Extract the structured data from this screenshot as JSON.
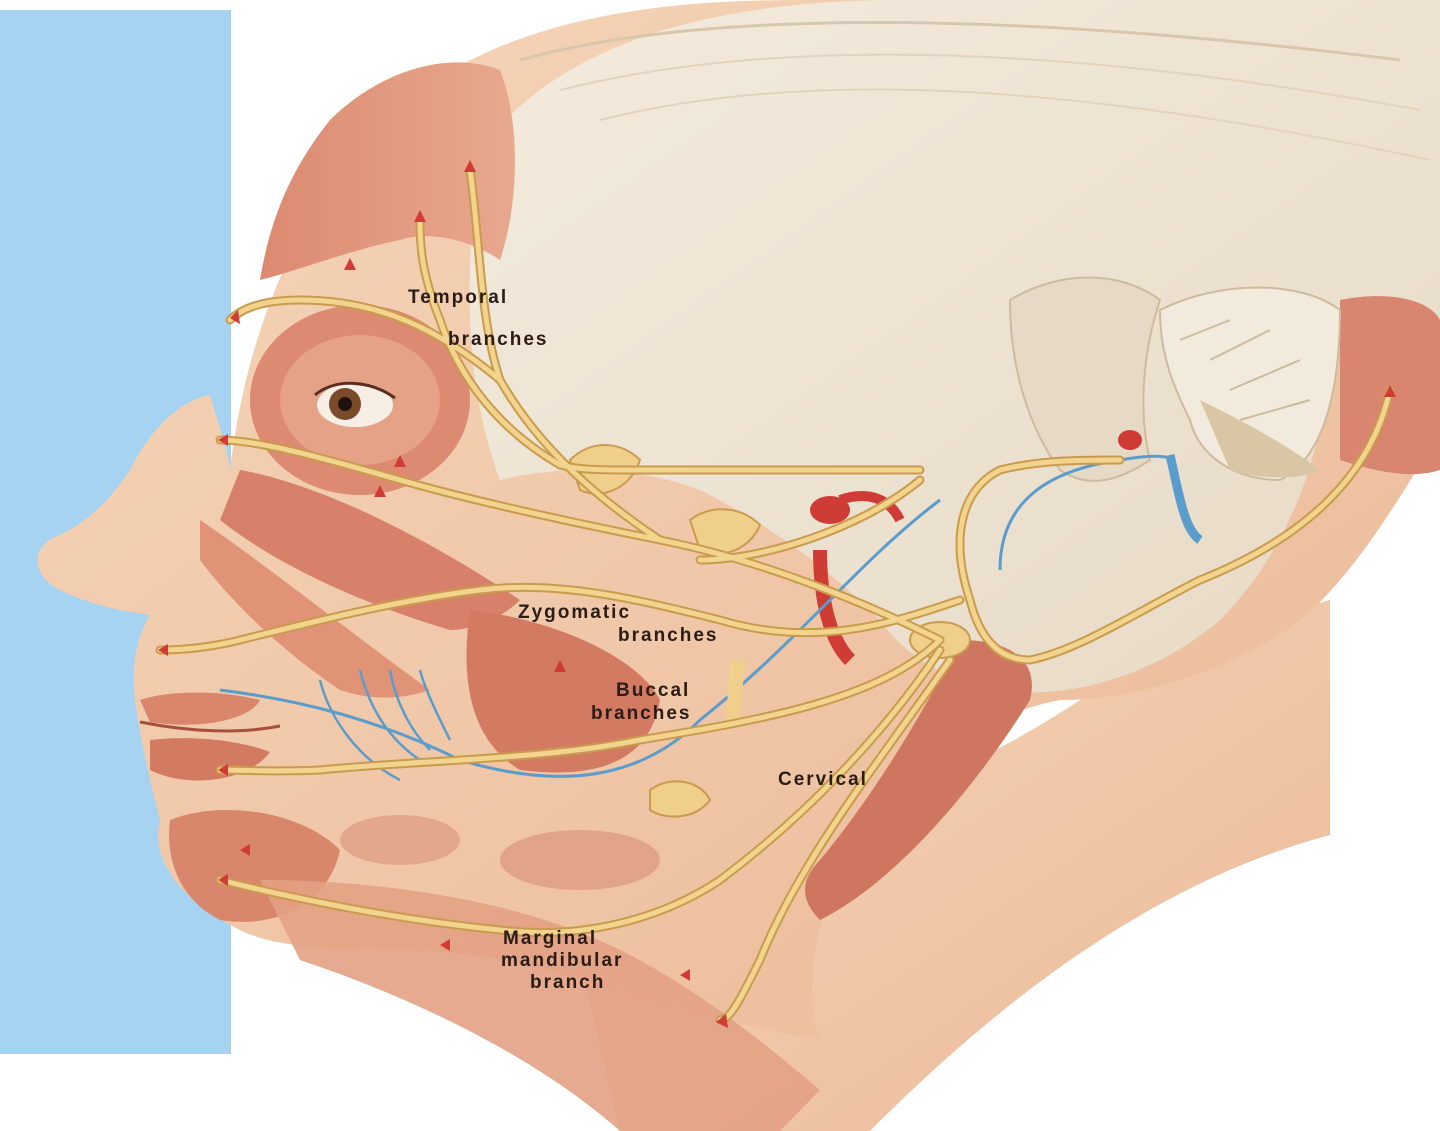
{
  "colors": {
    "panel": "#a5d3f1",
    "skin": "#f1c9a8",
    "skin_shadow": "#e3a985",
    "muscle": "#d77f66",
    "muscle_light": "#e9a489",
    "skull": "#efe4d2",
    "nerve": "#f2d48e",
    "nerve_edge": "#c99b4e",
    "vein": "#5a9ccc",
    "artery": "#cf3b35",
    "label_text": "#2a1c16"
  },
  "labels": {
    "temporal_line1": "Temporal",
    "temporal_line2": "branches",
    "zygomatic_line1": "Zygomatic",
    "zygomatic_line2": "branches",
    "buccal_line1": "Buccal",
    "buccal_line2": "branches",
    "cervical": "Cervical",
    "mandibular_line1": "Marginal",
    "mandibular_line2": "mandibular",
    "mandibular_line3": "branch"
  }
}
